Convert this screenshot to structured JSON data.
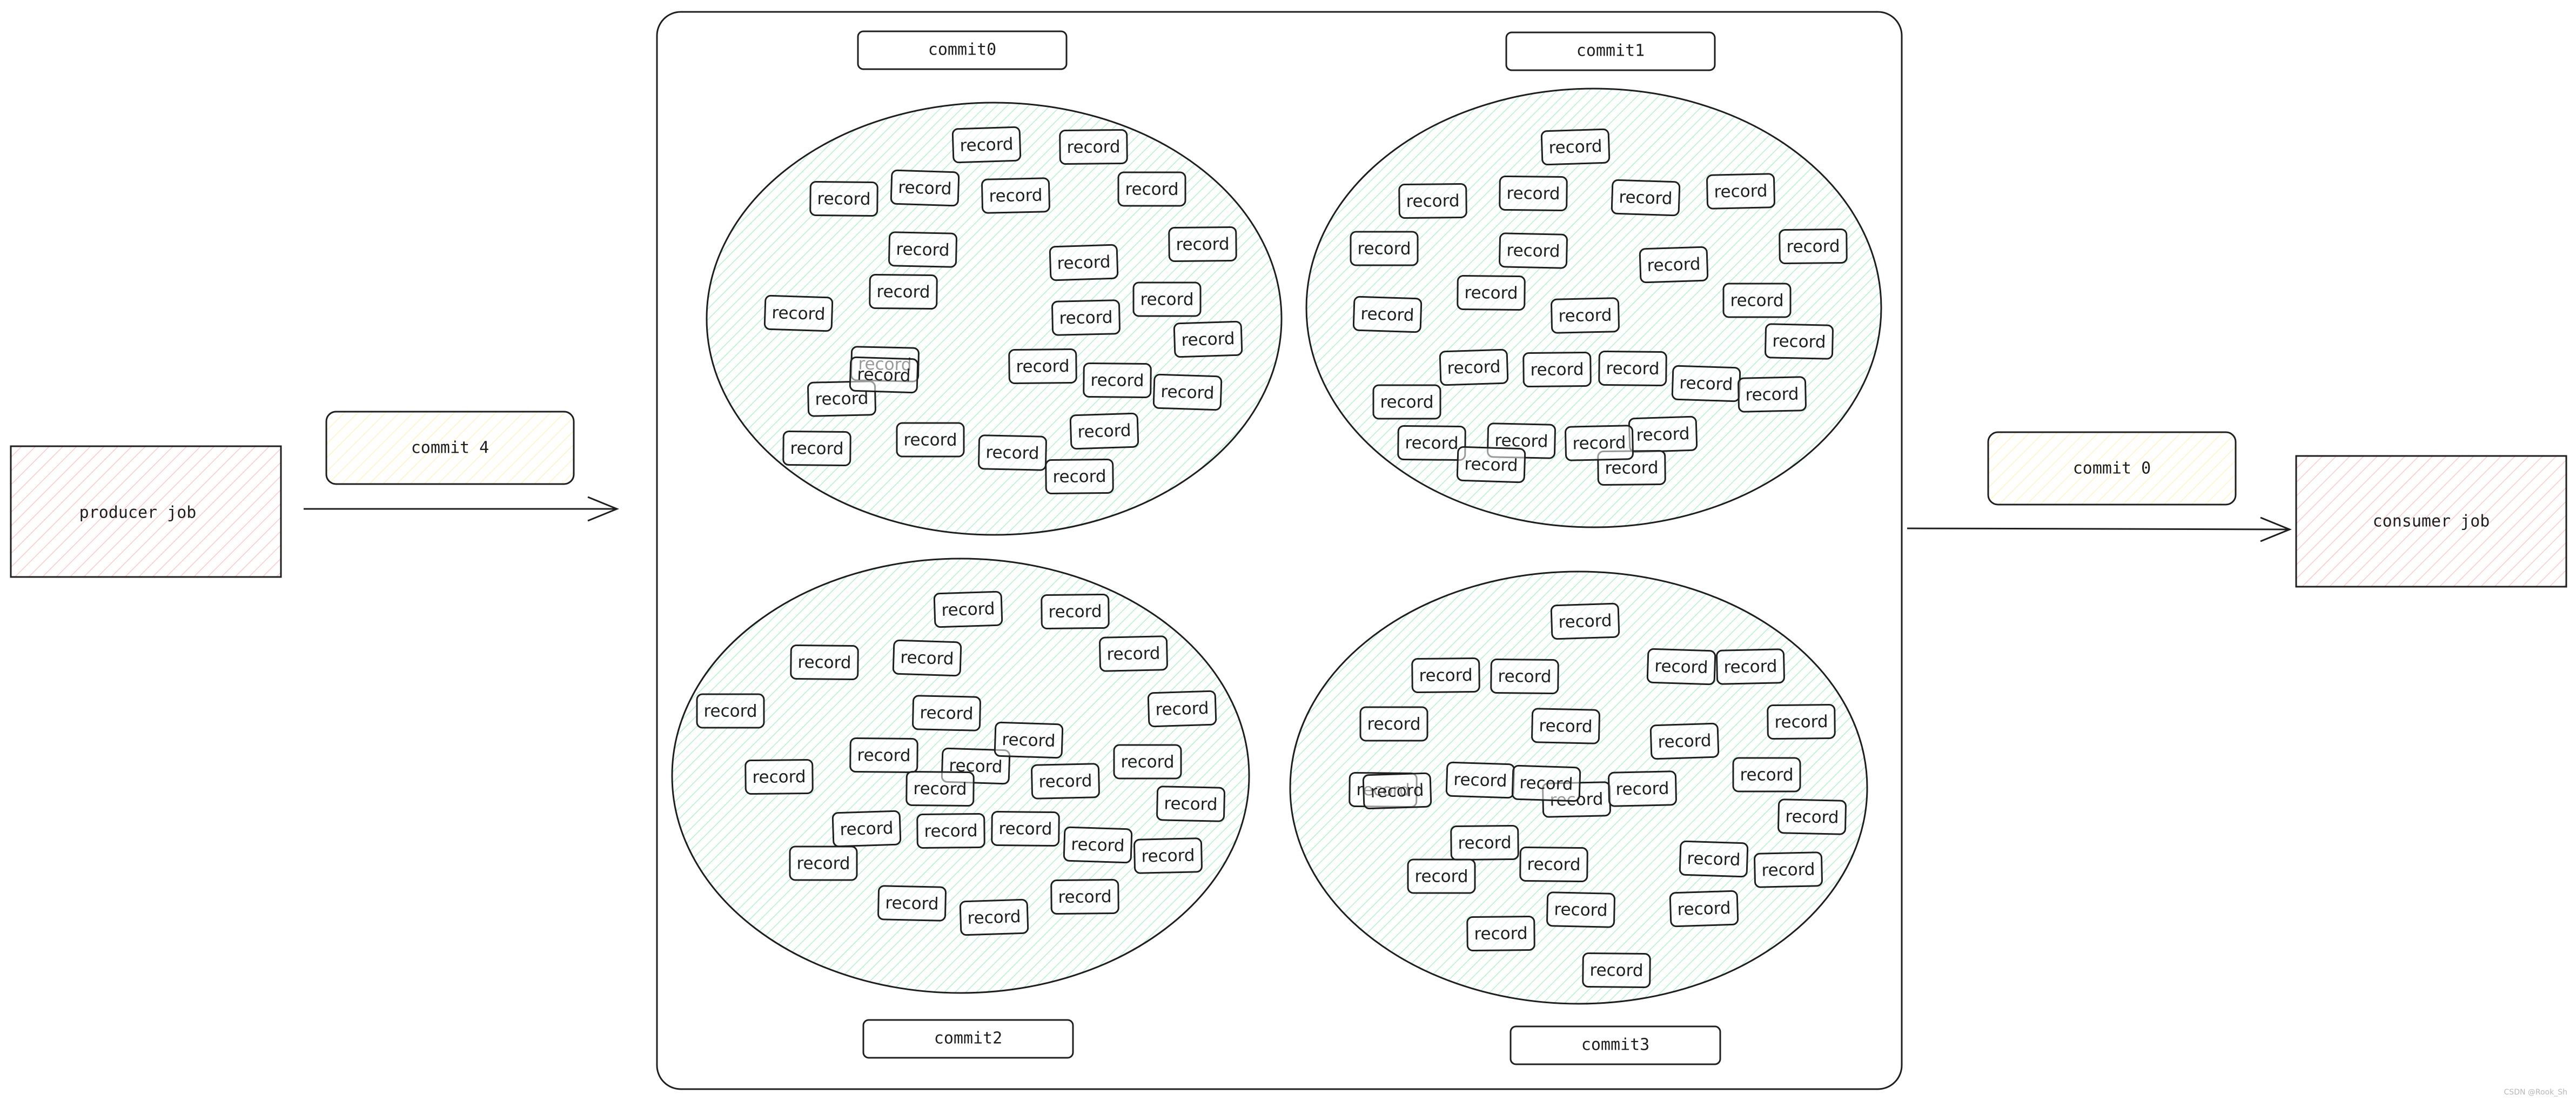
{
  "producer": {
    "label": "producer job"
  },
  "consumer": {
    "label": "consumer job"
  },
  "producer_commit": {
    "label": "commit 4"
  },
  "consumer_commit": {
    "label": "commit 0"
  },
  "commits": [
    {
      "label": "commit0",
      "record_count": 25
    },
    {
      "label": "commit1",
      "record_count": 26
    },
    {
      "label": "commit2",
      "record_count": 25
    },
    {
      "label": "commit3",
      "record_count": 26
    }
  ],
  "record_label": "record",
  "watermark": "CSDN @Rook_Sh",
  "colors": {
    "stroke": "#1e1e1e",
    "group_fill": "#b2f2d0",
    "producer_fill": "#ffc9c9",
    "consumer_fill": "#ffc9c9",
    "commit_badge_fill": "#fff3bf"
  }
}
